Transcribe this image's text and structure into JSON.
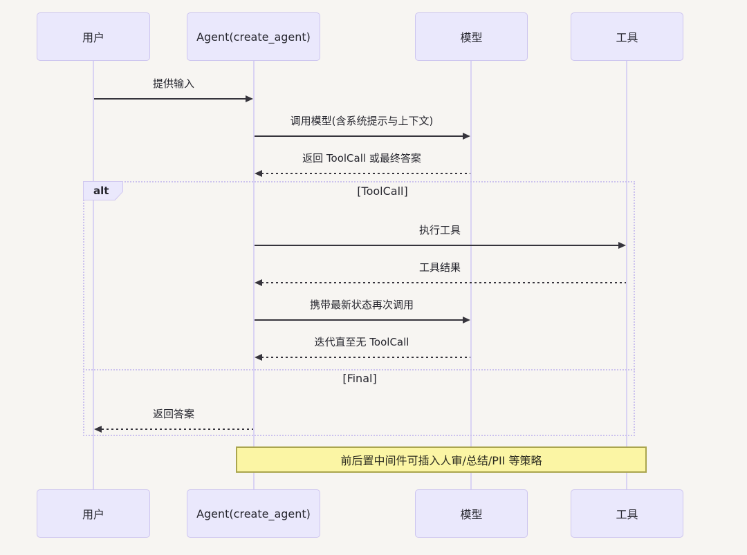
{
  "diagram_type": "sequence-diagram",
  "participants": [
    {
      "label": "用户"
    },
    {
      "label": "Agent(create_agent)"
    },
    {
      "label": "模型"
    },
    {
      "label": "工具"
    }
  ],
  "messages": [
    {
      "label": "提供输入",
      "from": "用户",
      "to": "Agent(create_agent)",
      "line": "solid"
    },
    {
      "label": "调用模型(含系统提示与上下文)",
      "from": "Agent(create_agent)",
      "to": "模型",
      "line": "solid"
    },
    {
      "label": "返回 ToolCall 或最终答案",
      "from": "模型",
      "to": "Agent(create_agent)",
      "line": "dashed"
    },
    {
      "label": "执行工具",
      "from": "Agent(create_agent)",
      "to": "工具",
      "line": "solid"
    },
    {
      "label": "工具结果",
      "from": "工具",
      "to": "Agent(create_agent)",
      "line": "dashed"
    },
    {
      "label": "携带最新状态再次调用",
      "from": "Agent(create_agent)",
      "to": "模型",
      "line": "solid"
    },
    {
      "label": "迭代直至无 ToolCall",
      "from": "模型",
      "to": "Agent(create_agent)",
      "line": "dashed"
    },
    {
      "label": "返回答案",
      "from": "Agent(create_agent)",
      "to": "用户",
      "line": "dashed"
    }
  ],
  "alt_block": {
    "operator": "alt",
    "conditions": [
      "[ToolCall]",
      "[Final]"
    ]
  },
  "note": {
    "text": "前后置中间件可插入人审/总结/PII 等策略"
  },
  "colors": {
    "background": "#f7f5f2",
    "participant_fill": "#eae8fc",
    "participant_border": "#cdc5ef",
    "lifeline": "#d9d3f3",
    "arrow": "#36343c",
    "frame_border": "#cbc1ee",
    "note_fill": "#fbf5a4",
    "note_border": "#aaa54e",
    "text": "#26262e"
  }
}
